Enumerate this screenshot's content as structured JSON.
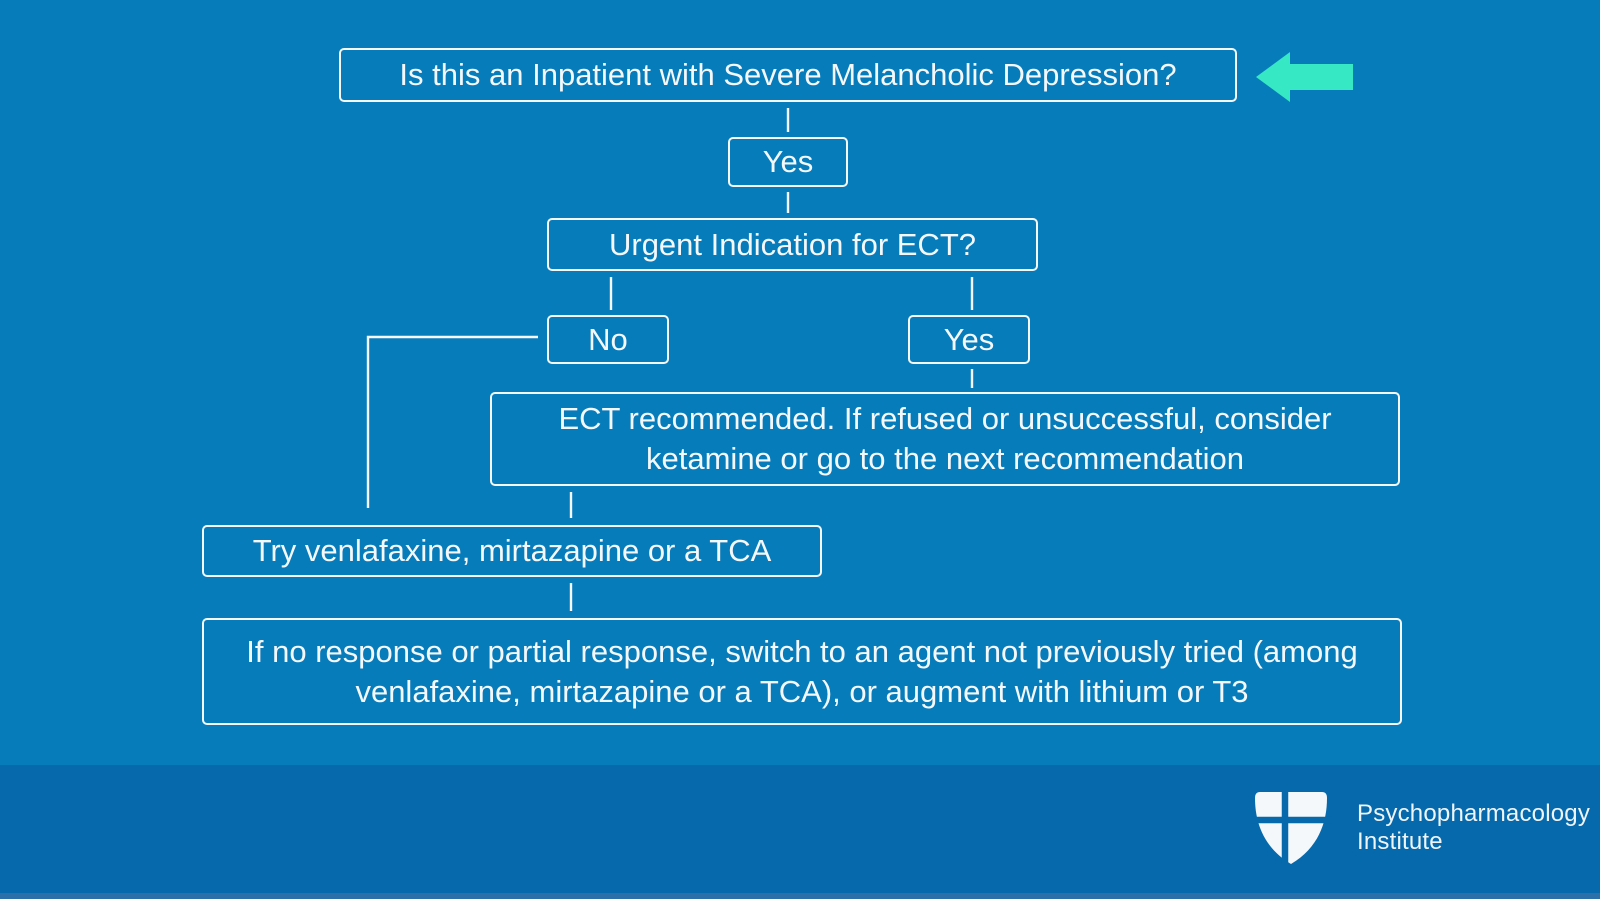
{
  "slide": {
    "title": "Is this an Inpatient with Severe Melancholic Depression?",
    "colors": {
      "background": "#077CBB",
      "footer_background": "#0669AC",
      "footer_strip": "#2B70A8",
      "node_border": "#F4F8FB",
      "text": "#F4F8FB",
      "accent_arrow": "#36E8C3"
    },
    "flowchart": {
      "nodes": {
        "question_inpatient": "Is this an Inpatient with Severe Melancholic Depression?",
        "answer_yes_1": "Yes",
        "question_ect": "Urgent Indication for ECT?",
        "answer_no": "No",
        "answer_yes_2": "Yes",
        "ect_recommended": "ECT recommended. If refused or unsuccessful, consider ketamine or go to the next recommendation",
        "try_agents": "Try venlafaxine, mirtazapine or a TCA",
        "switch_or_augment": "If no response or partial response, switch to an agent not previously tried (among venlafaxine, mirtazapine or a TCA), or augment with lithium or T3"
      },
      "edges": [
        "question_inpatient -> answer_yes_1",
        "answer_yes_1 -> question_ect",
        "question_ect -> answer_no",
        "question_ect -> answer_yes_2",
        "answer_yes_2 -> ect_recommended",
        "answer_no -> try_agents",
        "ect_recommended -> try_agents",
        "try_agents -> switch_or_augment"
      ]
    },
    "footer": {
      "brand_line1": "Psychopharmacology",
      "brand_line2": "Institute"
    }
  }
}
